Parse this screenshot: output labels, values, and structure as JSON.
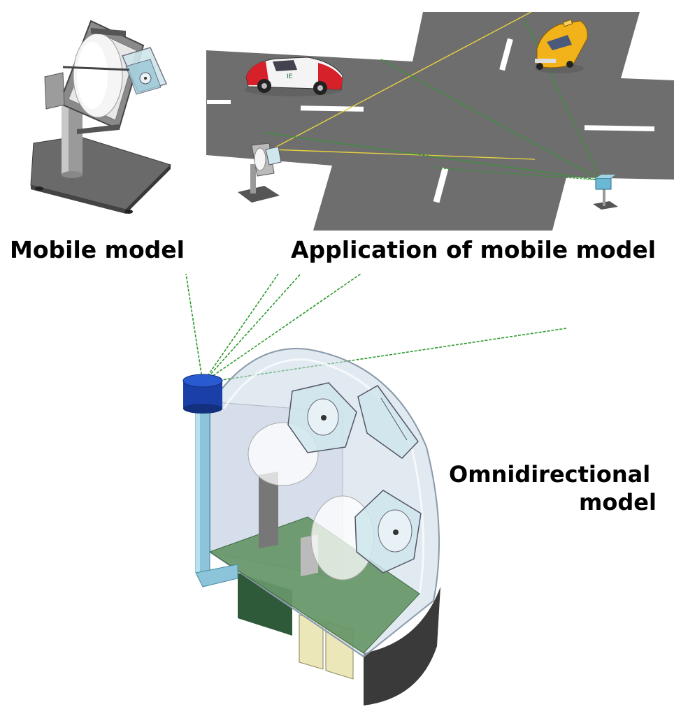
{
  "captions": {
    "mobile_model": "Mobile model",
    "application": "Application of mobile model",
    "omni_line1": "Omnidirectional",
    "omni_line2": "model"
  },
  "colors": {
    "road": "#6e6e6e",
    "road_marking": "#ffffff",
    "ray_green": "#2a9a2a",
    "ray_yellow": "#e6d040",
    "sensor_blue": "#1a3fa8",
    "pcb_green": "#5d8f5d",
    "glass": "#c8d7e6",
    "taxi": "#f2b21a",
    "race_car": "#d6202a"
  }
}
